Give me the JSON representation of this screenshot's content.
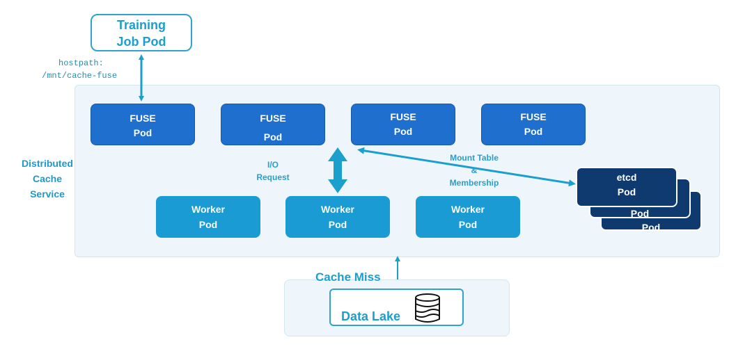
{
  "training": {
    "line1": "Training",
    "line2": "Job Pod"
  },
  "hostpath": {
    "line1": "hostpath:",
    "line2": "/mnt/cache-fuse"
  },
  "dcs_label": {
    "line1": "Distributed",
    "line2": "Cache",
    "line3": "Service"
  },
  "fuse_pods": [
    {
      "top": "FUSE",
      "bottom": "Pod"
    },
    {
      "top": "FUSE",
      "bottom": "Pod"
    },
    {
      "top": "FUSE",
      "bottom": "Pod"
    },
    {
      "top": "FUSE",
      "bottom": "Pod"
    }
  ],
  "worker_pods": [
    {
      "top": "Worker",
      "bottom": "Pod"
    },
    {
      "top": "Worker",
      "bottom": "Pod"
    },
    {
      "top": "Worker",
      "bottom": "Pod"
    }
  ],
  "io_request": {
    "line1": "I/O",
    "line2": "Request"
  },
  "mount_table": {
    "line1": "Mount Table",
    "line2": "&",
    "line3": "Membership"
  },
  "etcd": {
    "front_top": "etcd",
    "front_bottom": "Pod",
    "mid": "Pod",
    "back": "Pod"
  },
  "cache_miss": "Cache Miss",
  "data_lake": "Data Lake",
  "icons": {
    "database": "database-icon"
  },
  "colors": {
    "accent": "#1b9fcc",
    "fuse": "#1f6fcf",
    "worker": "#1a9bd3",
    "etcd": "#0e3a6f",
    "panel": "#eef6fb"
  }
}
